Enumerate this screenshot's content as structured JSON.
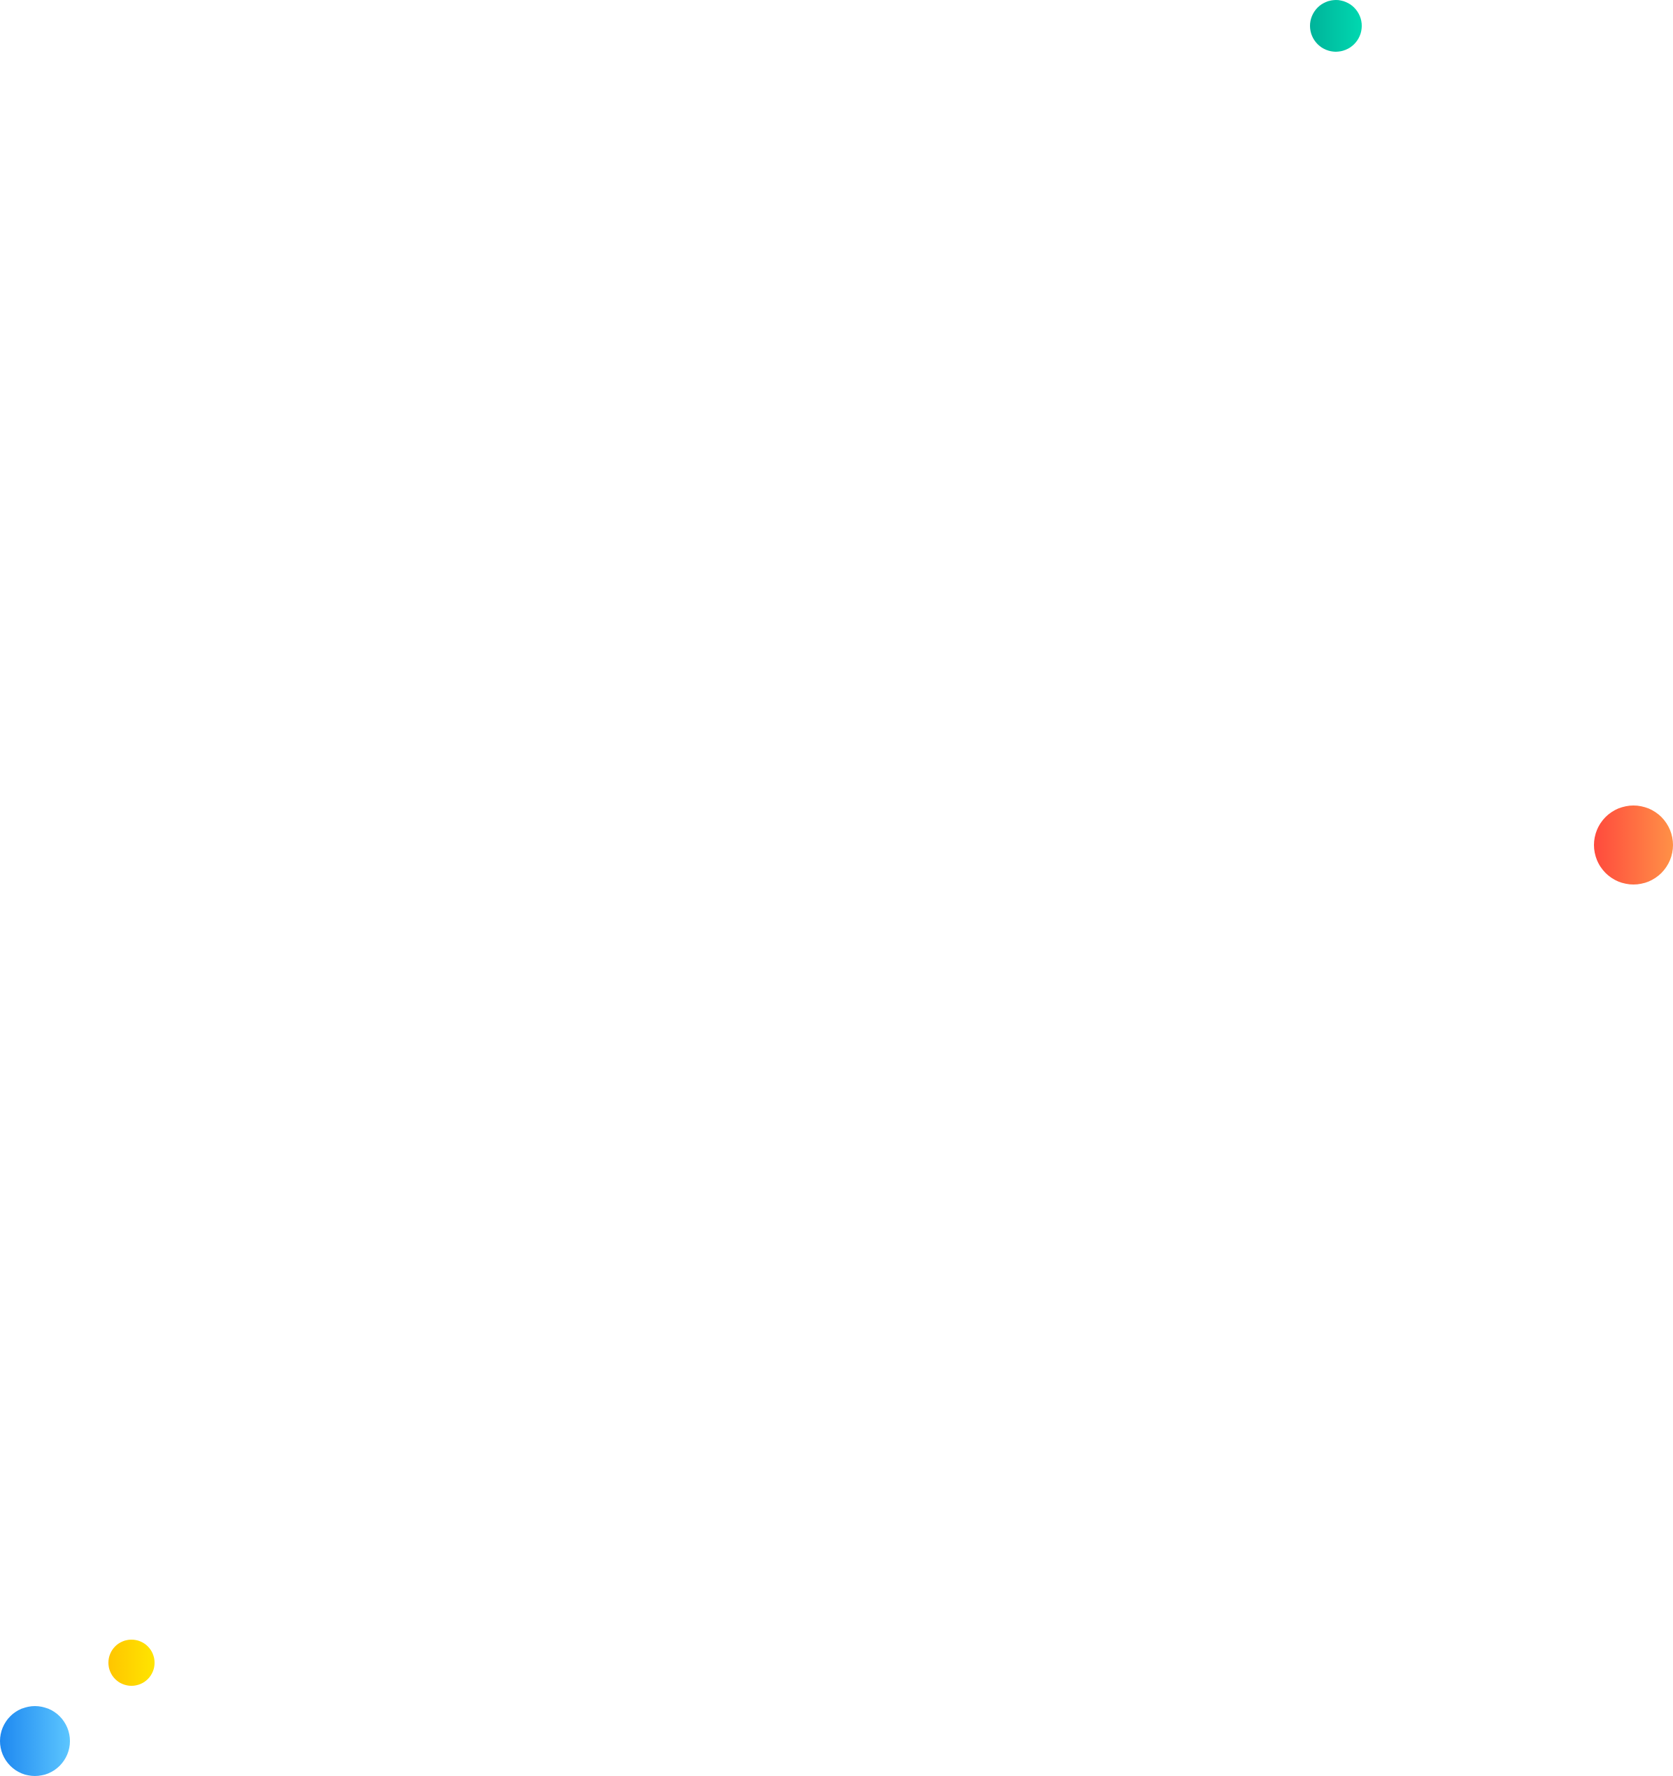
{
  "dots": [
    {
      "id": "dot-teal",
      "name": "teal-gradient-dot",
      "color_start": "#00B39A",
      "color_end": "#00D8B0"
    },
    {
      "id": "dot-orange",
      "name": "orange-gradient-dot",
      "color_start": "#FF4A3D",
      "color_end": "#FF9147"
    },
    {
      "id": "dot-yellow",
      "name": "yellow-gradient-dot",
      "color_start": "#FFC500",
      "color_end": "#FFE500"
    },
    {
      "id": "dot-blue",
      "name": "blue-gradient-dot",
      "color_start": "#1E88F0",
      "color_end": "#5CC6FF"
    }
  ]
}
